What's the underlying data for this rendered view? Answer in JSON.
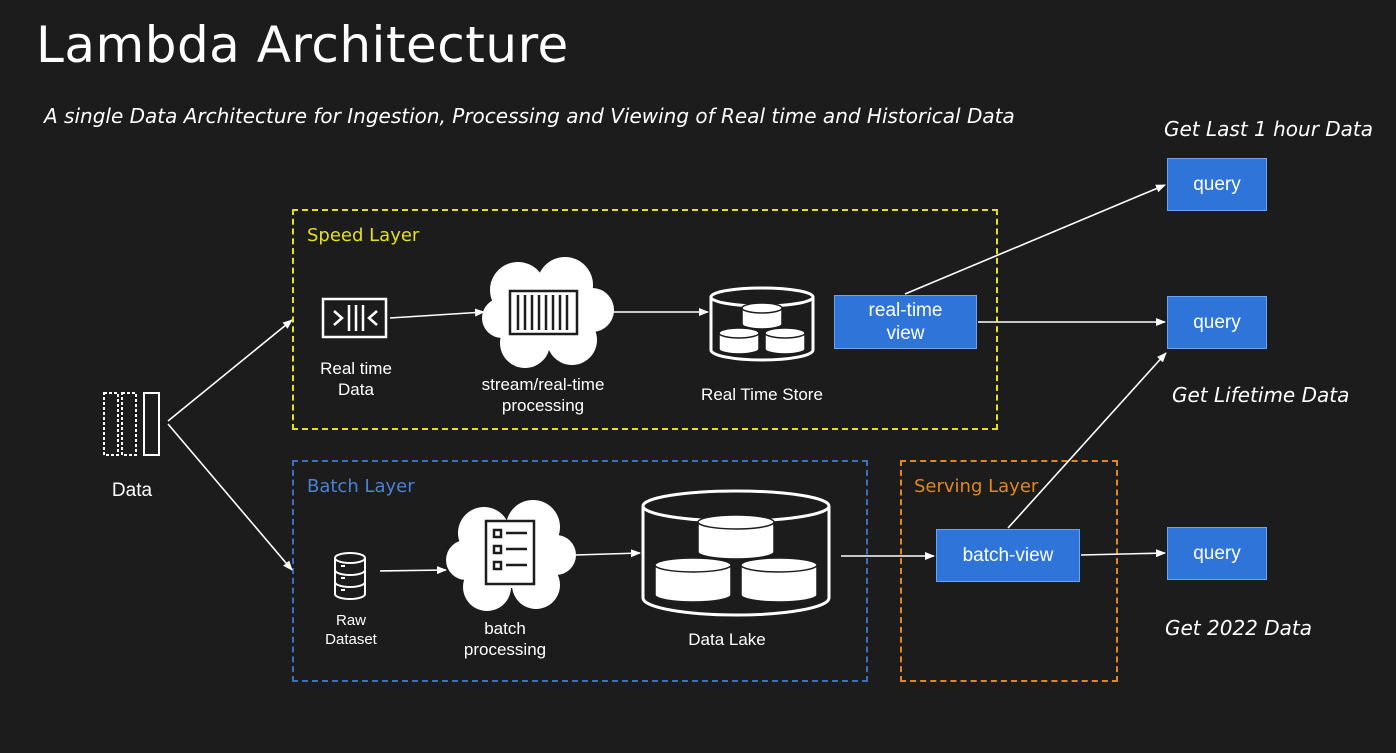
{
  "title": "Lambda Architecture",
  "subtitle": "A single Data Architecture for Ingestion, Processing and Viewing of Real time and Historical Data",
  "colors": {
    "background": "#1c1c1c",
    "speed_layer": "#e3e01e",
    "batch_layer": "#3c6fbf",
    "serving_layer": "#e0881e",
    "box_fill": "#2f74d9"
  },
  "source": {
    "label": "Data",
    "icon": "data-icon"
  },
  "speed_layer": {
    "title": "Speed Layer",
    "nodes": [
      {
        "label": "Real time Data",
        "icon": "stream-icon"
      },
      {
        "label": "stream/real-time processing",
        "icon": "cloud-processor-icon"
      },
      {
        "label": "Real Time Store",
        "icon": "database-cylinder-icon"
      }
    ],
    "view": "real-time view"
  },
  "batch_layer": {
    "title": "Batch Layer",
    "nodes": [
      {
        "label": "Raw Dataset",
        "icon": "database-icon"
      },
      {
        "label": "batch processing",
        "icon": "cloud-checklist-icon"
      },
      {
        "label": "Data Lake",
        "icon": "data-lake-icon"
      }
    ]
  },
  "serving_layer": {
    "title": "Serving Layer",
    "view": "batch-view"
  },
  "queries": [
    {
      "button": "query",
      "caption": "Get Last 1 hour Data"
    },
    {
      "button": "query",
      "caption": "Get Lifetime Data"
    },
    {
      "button": "query",
      "caption": "Get 2022 Data"
    }
  ]
}
